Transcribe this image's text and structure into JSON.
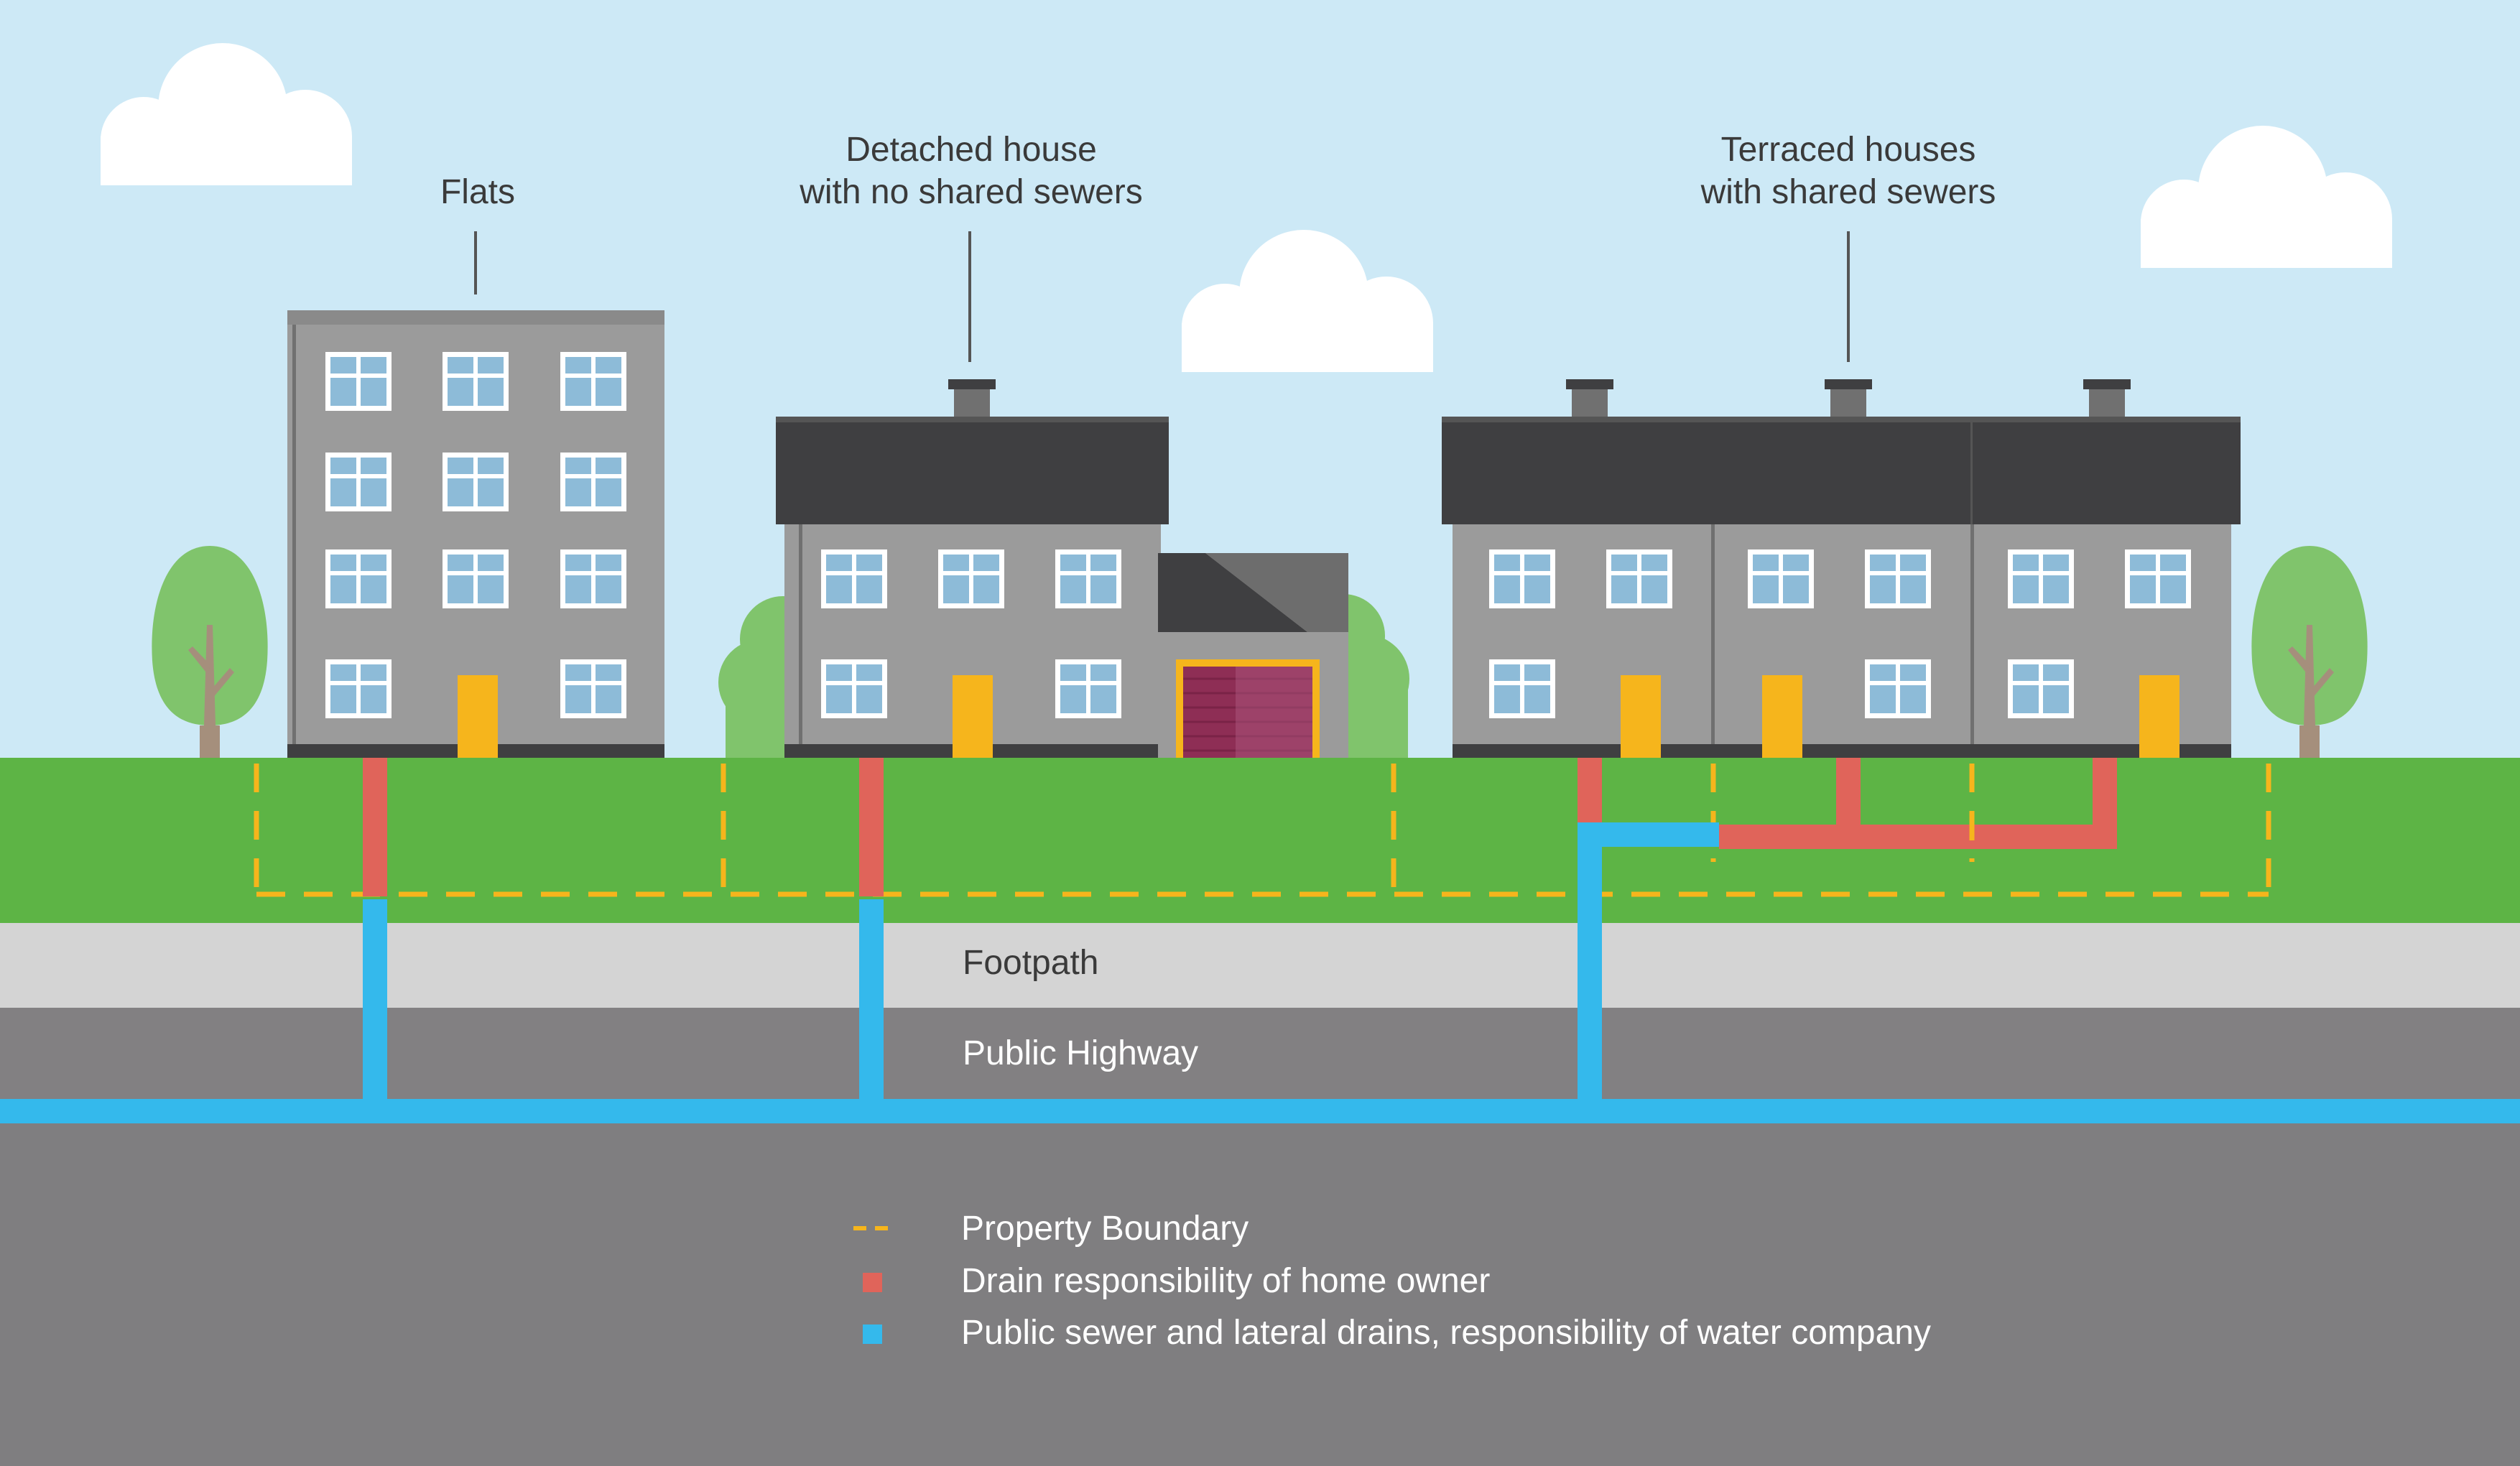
{
  "labels": {
    "flats": "Flats",
    "detached_line1": "Detached house",
    "detached_line2": "with no shared sewers",
    "terraced_line1": "Terraced houses",
    "terraced_line2": "with shared sewers",
    "footpath": "Footpath",
    "highway": "Public Highway"
  },
  "legend": [
    {
      "symbol": "dashed-line",
      "color": "#f6b51c",
      "text": "Property Boundary"
    },
    {
      "symbol": "square",
      "color": "#e0645a",
      "text": "Drain responsibility of home owner"
    },
    {
      "symbol": "square",
      "color": "#34b9ec",
      "text": "Public sewer and lateral drains, responsibility of water company"
    }
  ],
  "colors": {
    "sky": "#cde9f6",
    "grass": "#5db445",
    "footpath": "#d4d4d4",
    "highway": "#828082",
    "ground": "#7f7e80",
    "wall": "#9b9b9b",
    "roof": "#3f3f41",
    "window": "#8dbbd8",
    "door": "#f6b51c",
    "owner_drain": "#e0645a",
    "public_sewer": "#34b9ec",
    "boundary": "#f6b51c",
    "tree": "#80c46c"
  }
}
